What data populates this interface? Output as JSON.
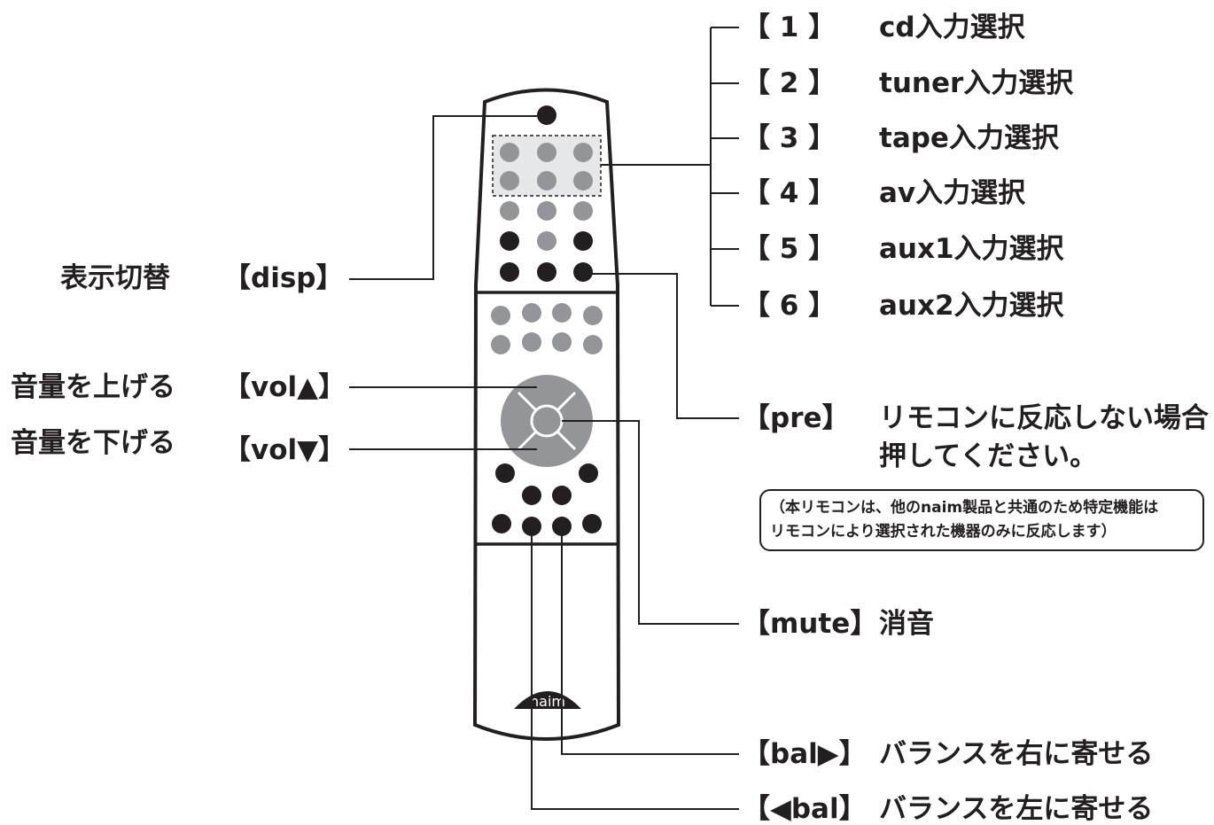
{
  "left_labels": {
    "disp": {
      "description": "表示切替",
      "key": "【disp】"
    },
    "vol_up": {
      "description": "音量を上げる",
      "key": "【vol▲】"
    },
    "vol_down": {
      "description": "音量を下げる",
      "key": "【vol▼】"
    }
  },
  "right_inputs": [
    {
      "key": "【 1 】",
      "description": "cd入力選択"
    },
    {
      "key": "【 2 】",
      "description": "tuner入力選択"
    },
    {
      "key": "【 3 】",
      "description": "tape入力選択"
    },
    {
      "key": "【 4 】",
      "description": "av入力選択"
    },
    {
      "key": "【 5 】",
      "description": "aux1入力選択"
    },
    {
      "key": "【 6 】",
      "description": "aux2入力選択"
    }
  ],
  "pre": {
    "key": "【pre】",
    "line1": "リモコンに反応しない場合",
    "line2": "押してください。",
    "note_line1": "（本リモコンは、他のnaim製品と共通のため特定機能は",
    "note_line2": "リモコンにより選択された機器のみに反応します）"
  },
  "mute": {
    "key": "【mute】",
    "description": "消音"
  },
  "bal_right": {
    "key": "【bal▶】",
    "description": "バランスを右に寄せる"
  },
  "bal_left": {
    "key": "【◀bal】",
    "description": "バランスを左に寄せる"
  },
  "remote": {
    "logo": "naim"
  },
  "colors": {
    "ink": "#231f20",
    "button_gray": "#939598",
    "highlight_fill": "#e6e7e8",
    "body": "#ffffff"
  }
}
